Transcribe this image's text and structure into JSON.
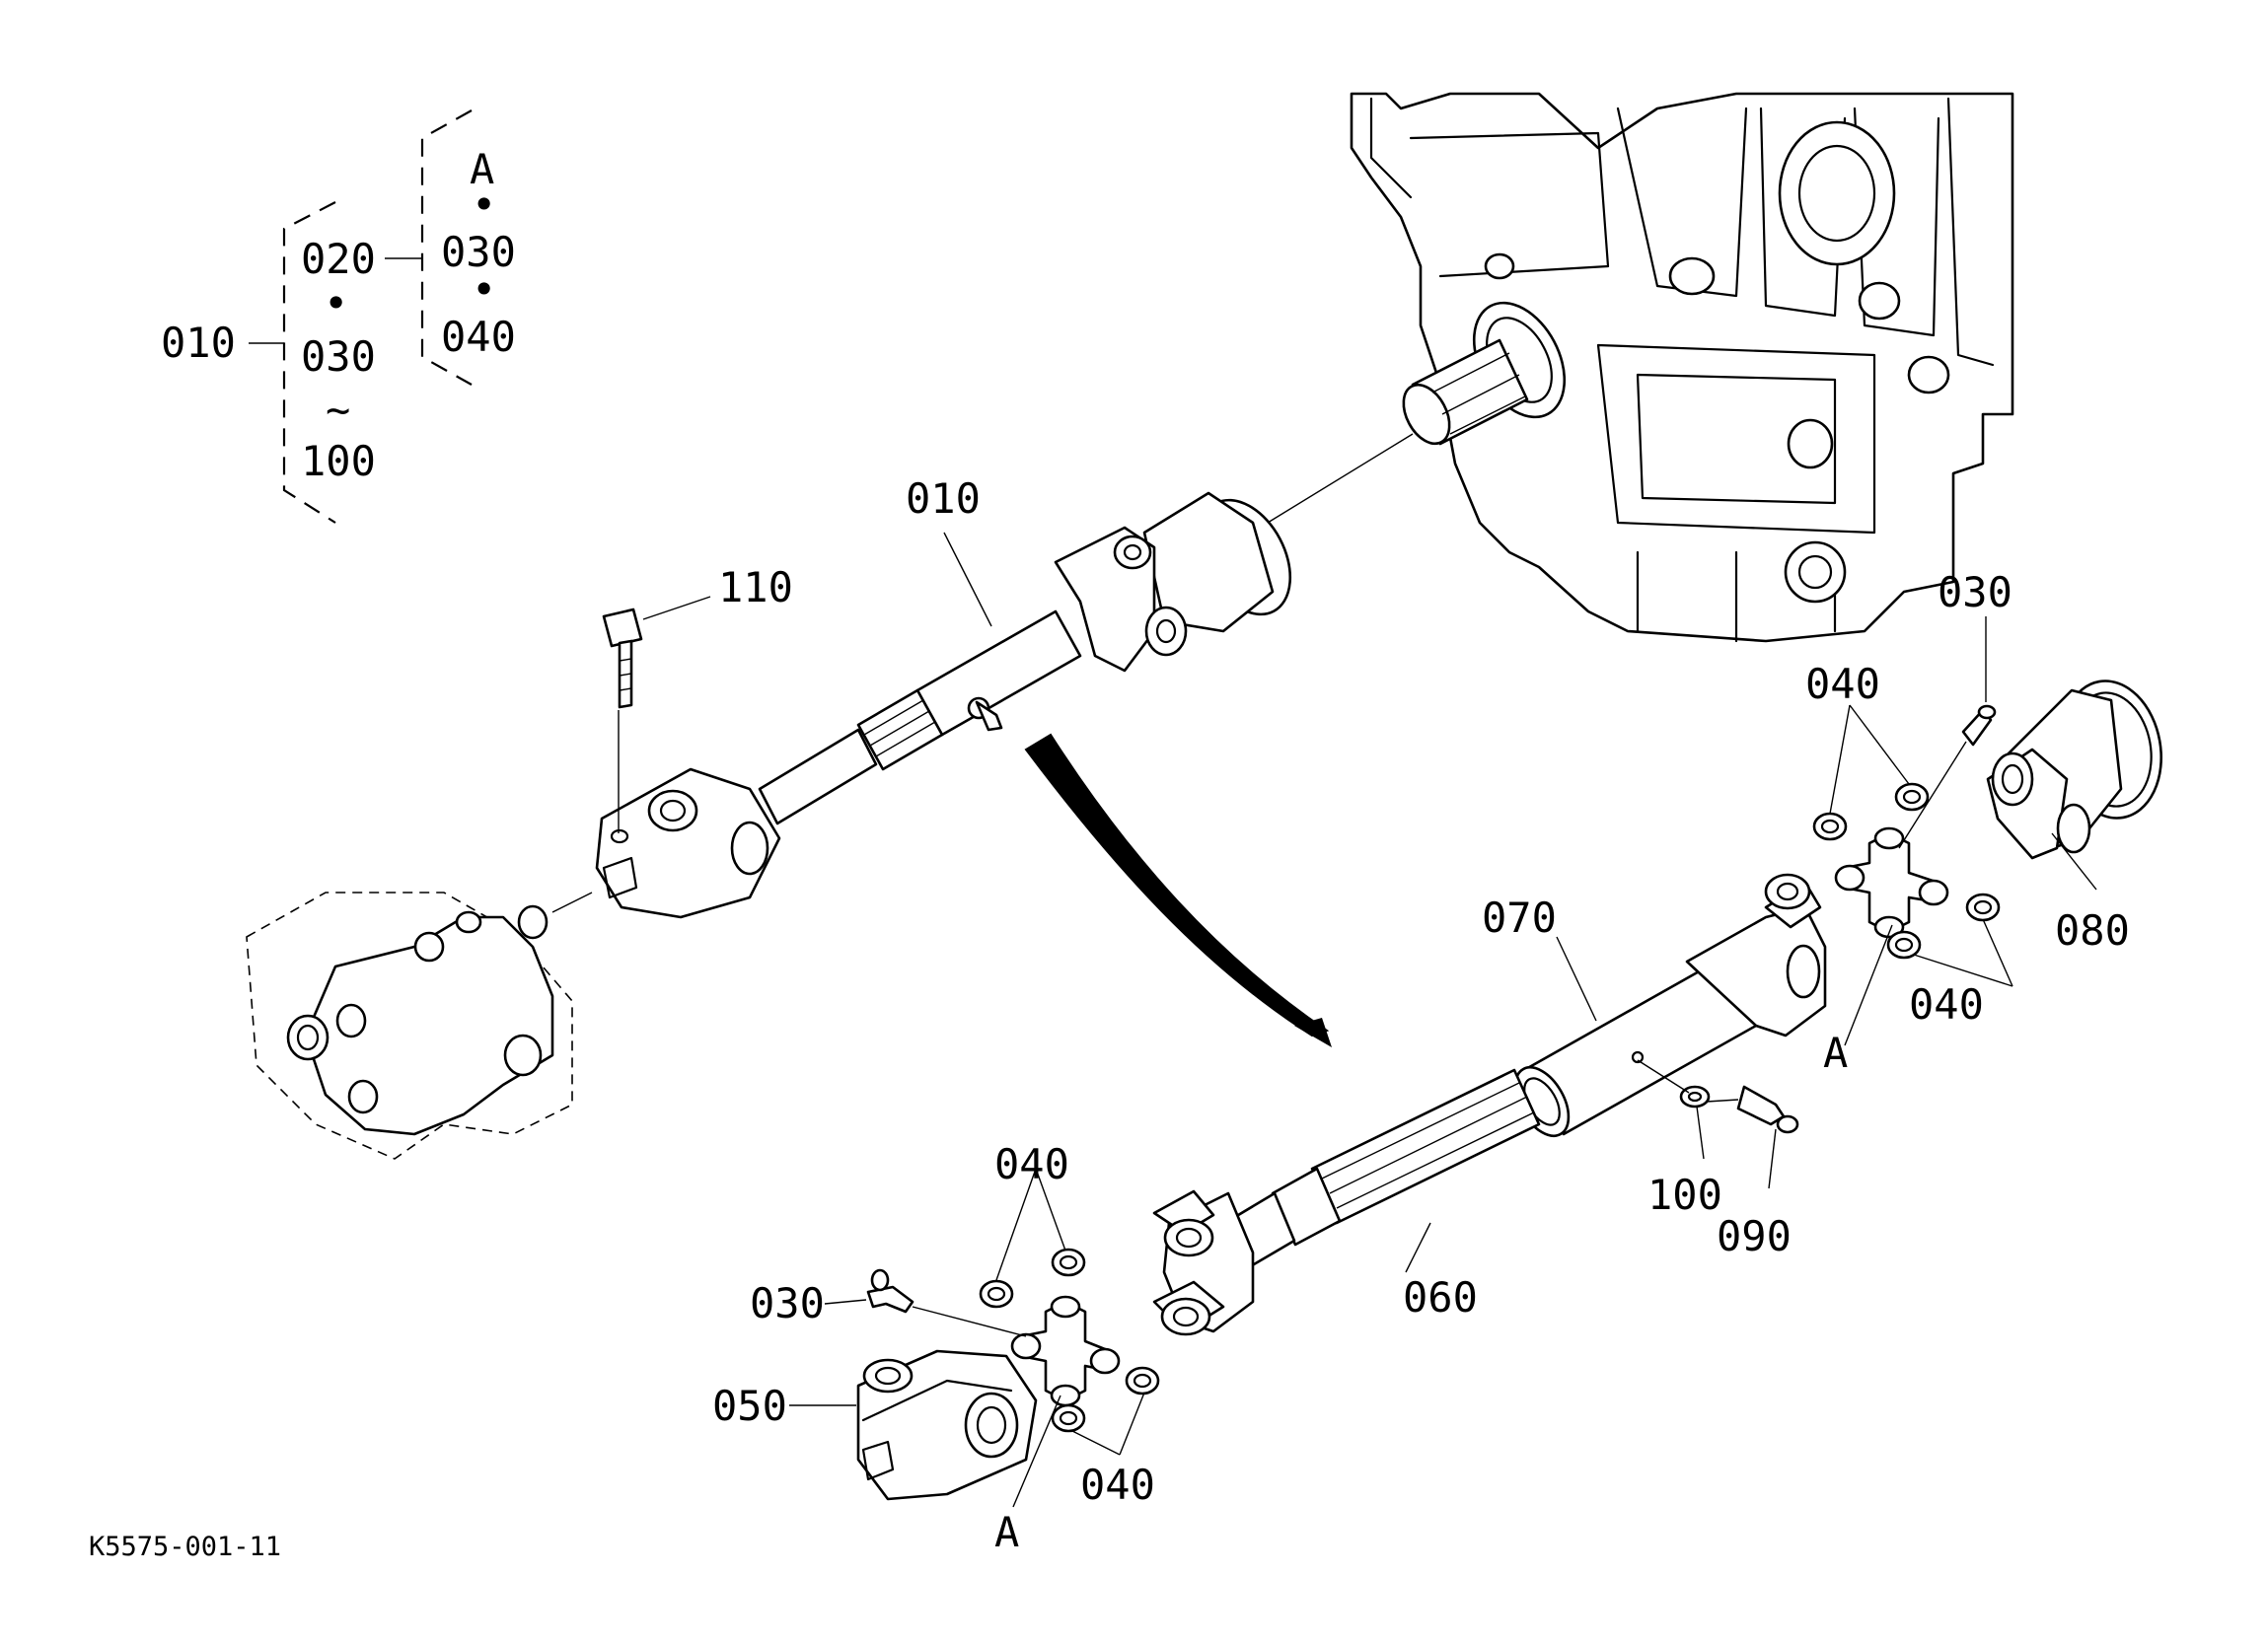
{
  "drawing_code": "K5575-001-11",
  "tree": {
    "root": "010",
    "left_group": [
      "020",
      "030",
      "~",
      "100"
    ],
    "dot": "•",
    "sub_parent": "020",
    "right_group": [
      "A",
      "030",
      "040"
    ]
  },
  "callouts": {
    "shaft_assembly": "010",
    "bolt": "110",
    "top_grease_nipple": "030",
    "top_snap_rings_upper": "040",
    "top_snap_rings_lower": "040",
    "top_cross_kit": "A",
    "yoke_right": "080",
    "outer_tube": "070",
    "washer": "100",
    "grease_nipple_tube": "090",
    "inner_shaft": "060",
    "bottom_snap_rings_upper": "040",
    "bottom_grease_nipple": "030",
    "yoke_left": "050",
    "bottom_snap_rings_lower": "040",
    "bottom_cross_kit": "A"
  },
  "colors": {
    "ink": "#000000",
    "paper": "#ffffff"
  }
}
